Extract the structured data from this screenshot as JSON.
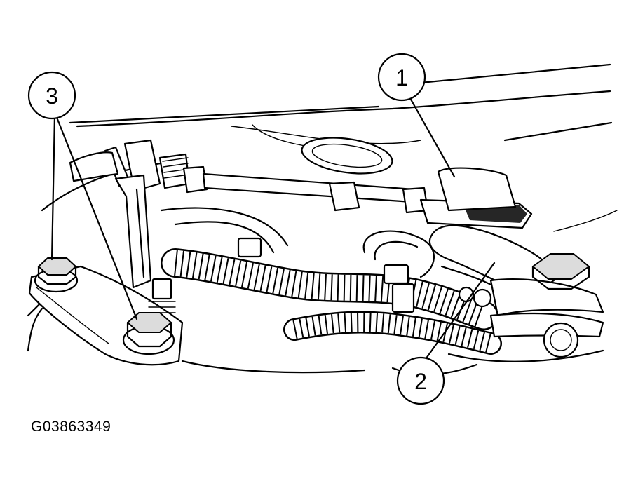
{
  "callouts": [
    {
      "label": "1"
    },
    {
      "label": "2"
    },
    {
      "label": "3"
    }
  ],
  "figure_id": "G03863349"
}
